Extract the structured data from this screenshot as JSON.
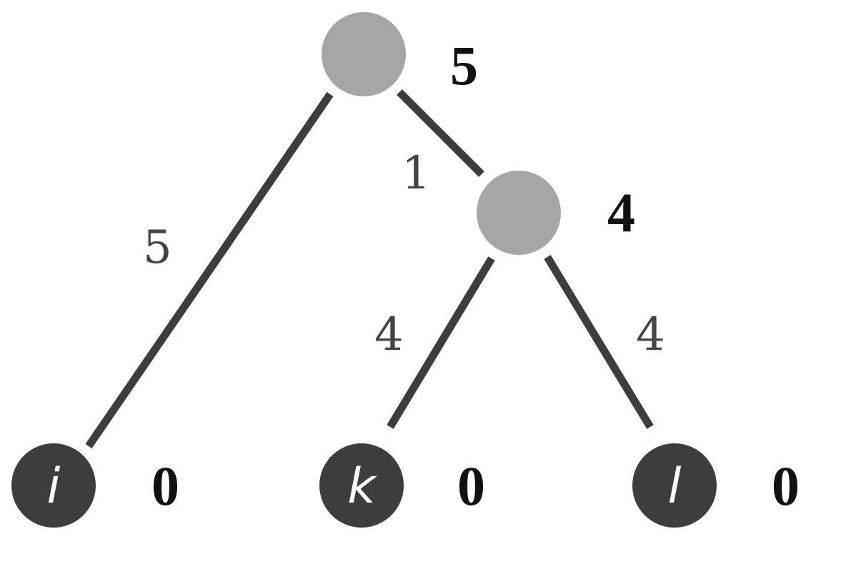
{
  "tree": {
    "root": {
      "height": "5"
    },
    "internal": {
      "height": "4"
    },
    "leaves": [
      {
        "label": "i",
        "height": "0"
      },
      {
        "label": "k",
        "height": "0"
      },
      {
        "label": "l",
        "height": "0"
      }
    ],
    "edges": {
      "root_to_i": "5",
      "root_to_internal": "1",
      "internal_to_k": "4",
      "internal_to_l": "4"
    }
  },
  "colors": {
    "internal_node": "#a6a6a6",
    "leaf_node": "#3d3d3d",
    "edge": "#3d3d3d"
  }
}
